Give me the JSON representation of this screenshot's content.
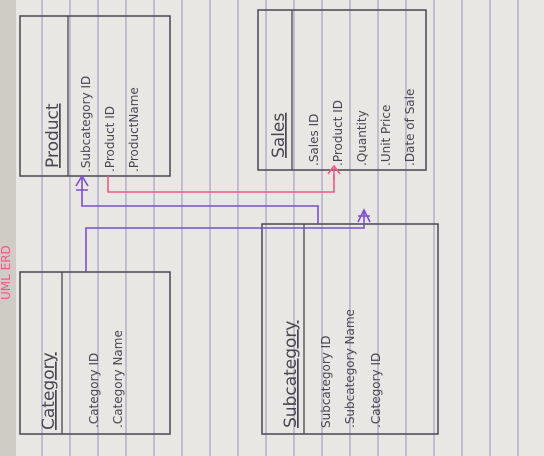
{
  "diagram": {
    "caption": "UML ERD",
    "colors": {
      "paper": "#e9e7e3",
      "rule_line": "#7f7daa",
      "ink": "#4a4653",
      "pink": "#ef5b86",
      "purple": "#7a4fd0"
    },
    "entities": {
      "category": {
        "title": "Category",
        "attributes": [
          ".Category ID",
          ".Category Name"
        ]
      },
      "product": {
        "title": "Product",
        "attributes": [
          ".Subcategory ID",
          ".Product ID",
          ".ProductName"
        ]
      },
      "sales": {
        "title": "Sales",
        "attributes": [
          ".Sales ID",
          ".Product ID",
          ".Quantity",
          ".Unit Price",
          ".Date of Sale"
        ]
      },
      "subcategory": {
        "title": "Subcategory",
        "attributes": [
          "Subcategory ID",
          ".Subcategory Name",
          ".Category ID"
        ]
      }
    },
    "relationships": [
      {
        "from": "Product",
        "to": "Sales",
        "color": "pink"
      },
      {
        "from": "Subcategory",
        "to": "Product",
        "color": "purple"
      },
      {
        "from": "Category",
        "to": "Subcategory",
        "color": "purple"
      }
    ]
  }
}
